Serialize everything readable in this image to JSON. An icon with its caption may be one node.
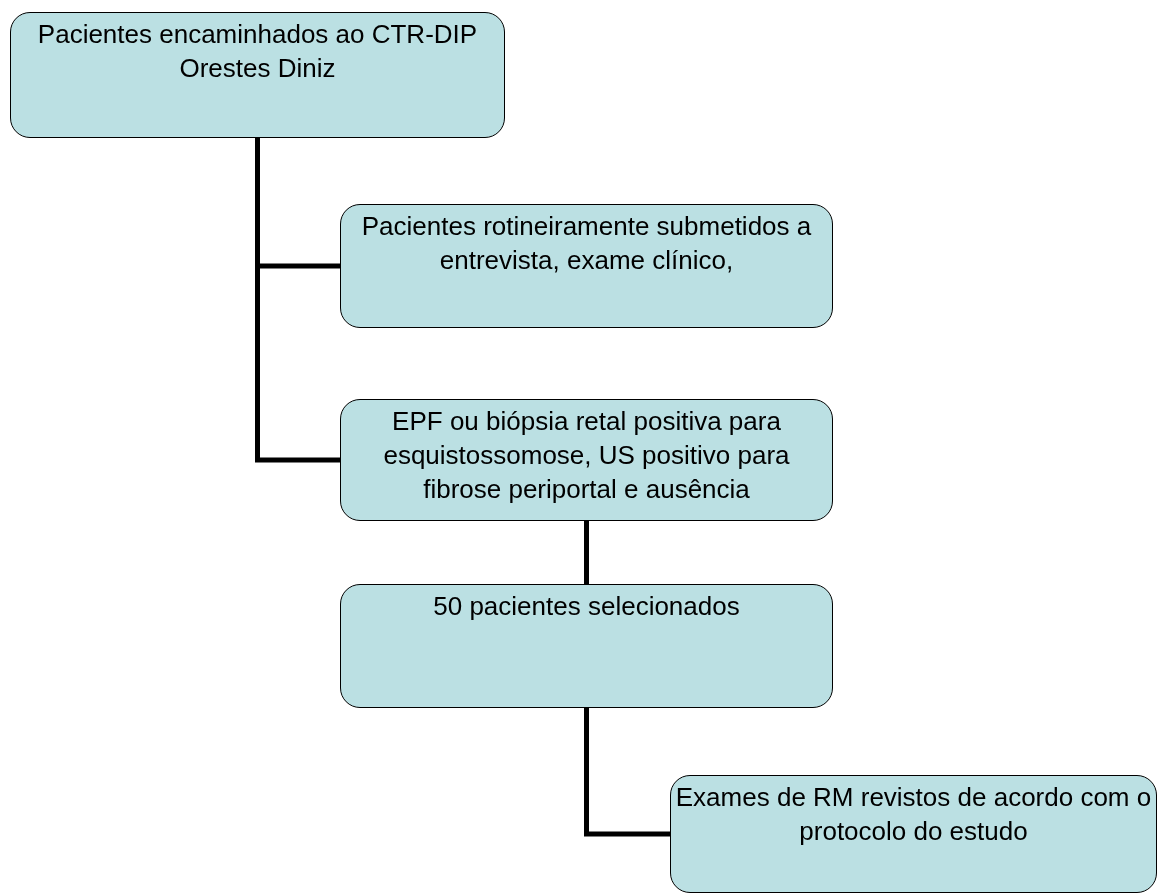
{
  "diagram": {
    "nodes": [
      {
        "text": [
          "Pacientes encaminhados ao CTR-DIP Orestes Diniz"
        ]
      },
      {
        "text": [
          "Pacientes rotineiramente submetidos a entrevista, exame clínico,"
        ]
      },
      {
        "text": [
          "EPF ou biópsia retal positiva para esquistossomose, US positivo para fibrose periportal e ausência"
        ]
      },
      {
        "text": [
          "50 pacientes selecionados"
        ]
      },
      {
        "text": [
          "Exames de RM revistos de acordo com o protocolo do estudo"
        ]
      }
    ],
    "edges": [
      {
        "from": 0,
        "to": 1,
        "arrow": "none"
      },
      {
        "from": 0,
        "to": 2,
        "arrow": "none"
      },
      {
        "from": 2,
        "to": 3,
        "arrow": "none"
      },
      {
        "from": 3,
        "to": 4,
        "arrow": "none"
      }
    ]
  }
}
